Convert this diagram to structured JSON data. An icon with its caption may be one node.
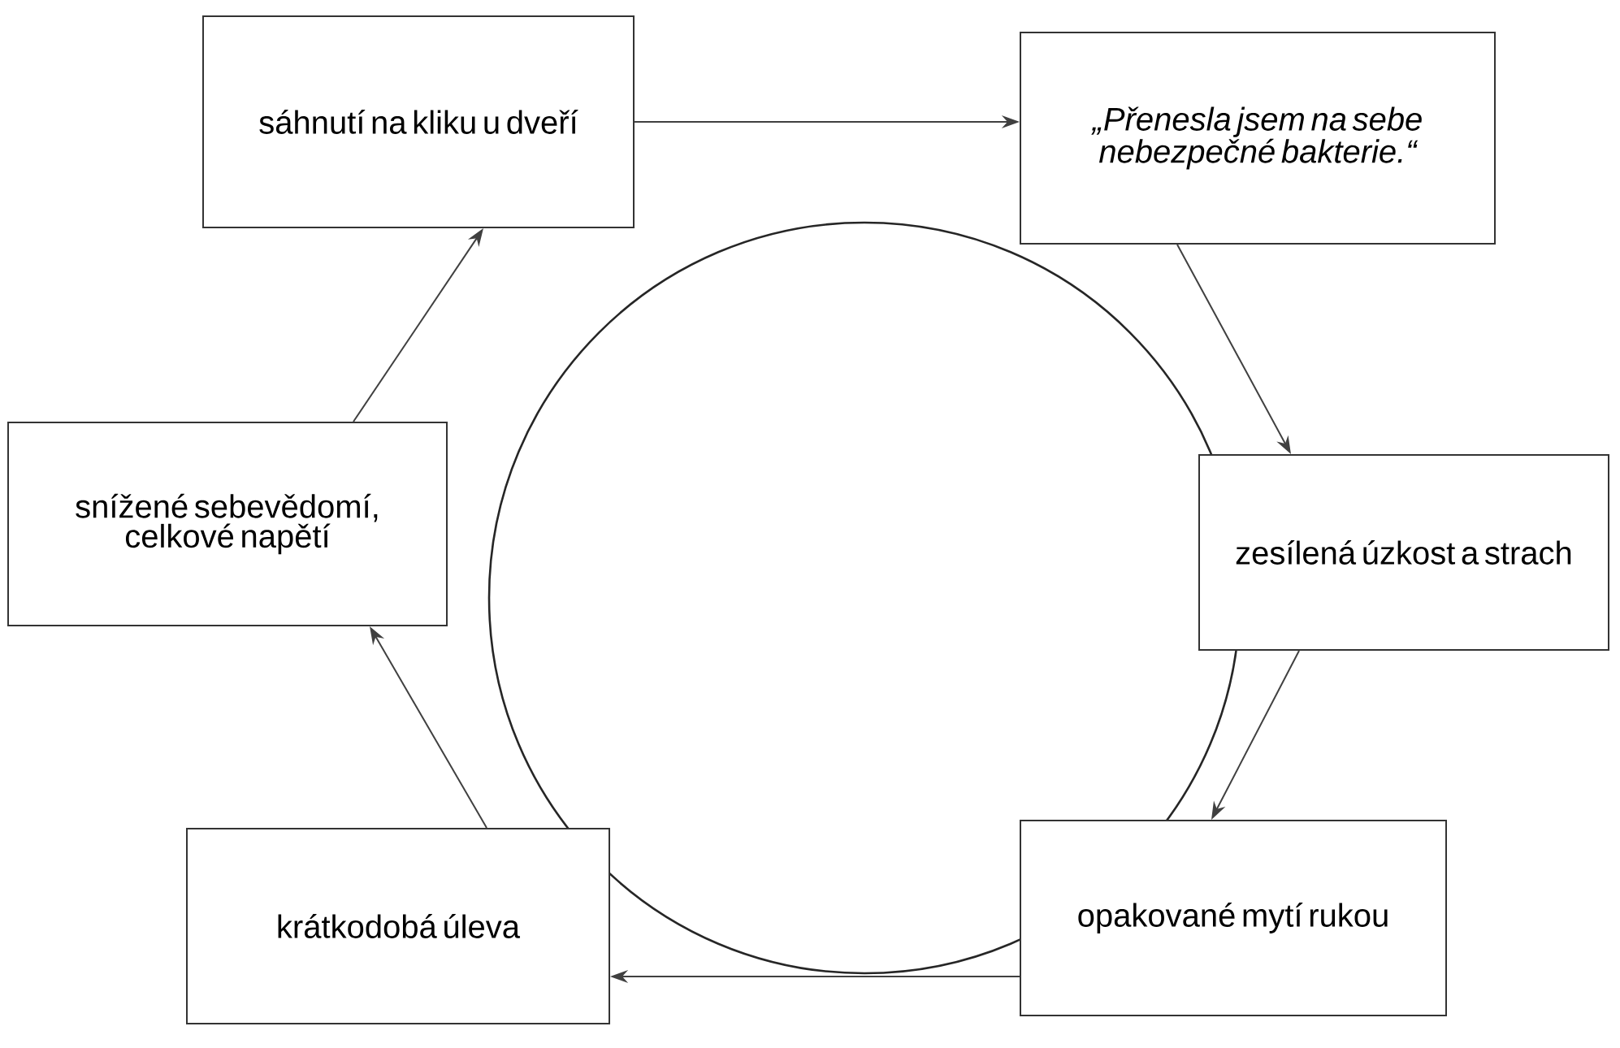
{
  "diagram": {
    "nodes": [
      {
        "text": [
          "sáhnutí na kliku u dveří"
        ]
      },
      {
        "text": [
          "„Přenesla jsem na sebe nebezpečné bakterie.“"
        ]
      },
      {
        "text": [
          "zesílená úzkost a strach"
        ]
      },
      {
        "text": [
          "opakované mytí rukou"
        ]
      },
      {
        "text": [
          "krátkodobá úleva"
        ]
      },
      {
        "text": [
          "snížené sebevědomí, celkové napětí"
        ]
      },
      {
        "text": [],
        "shape": "circle"
      }
    ],
    "edges": [
      {
        "from": 0,
        "to": 1,
        "arrow": "to"
      },
      {
        "from": 1,
        "to": 2,
        "arrow": "to"
      },
      {
        "from": 2,
        "to": 3,
        "arrow": "to"
      },
      {
        "from": 3,
        "to": 4,
        "arrow": "to"
      },
      {
        "from": 4,
        "to": 5,
        "arrow": "to"
      },
      {
        "from": 5,
        "to": 0,
        "arrow": "to"
      }
    ]
  }
}
